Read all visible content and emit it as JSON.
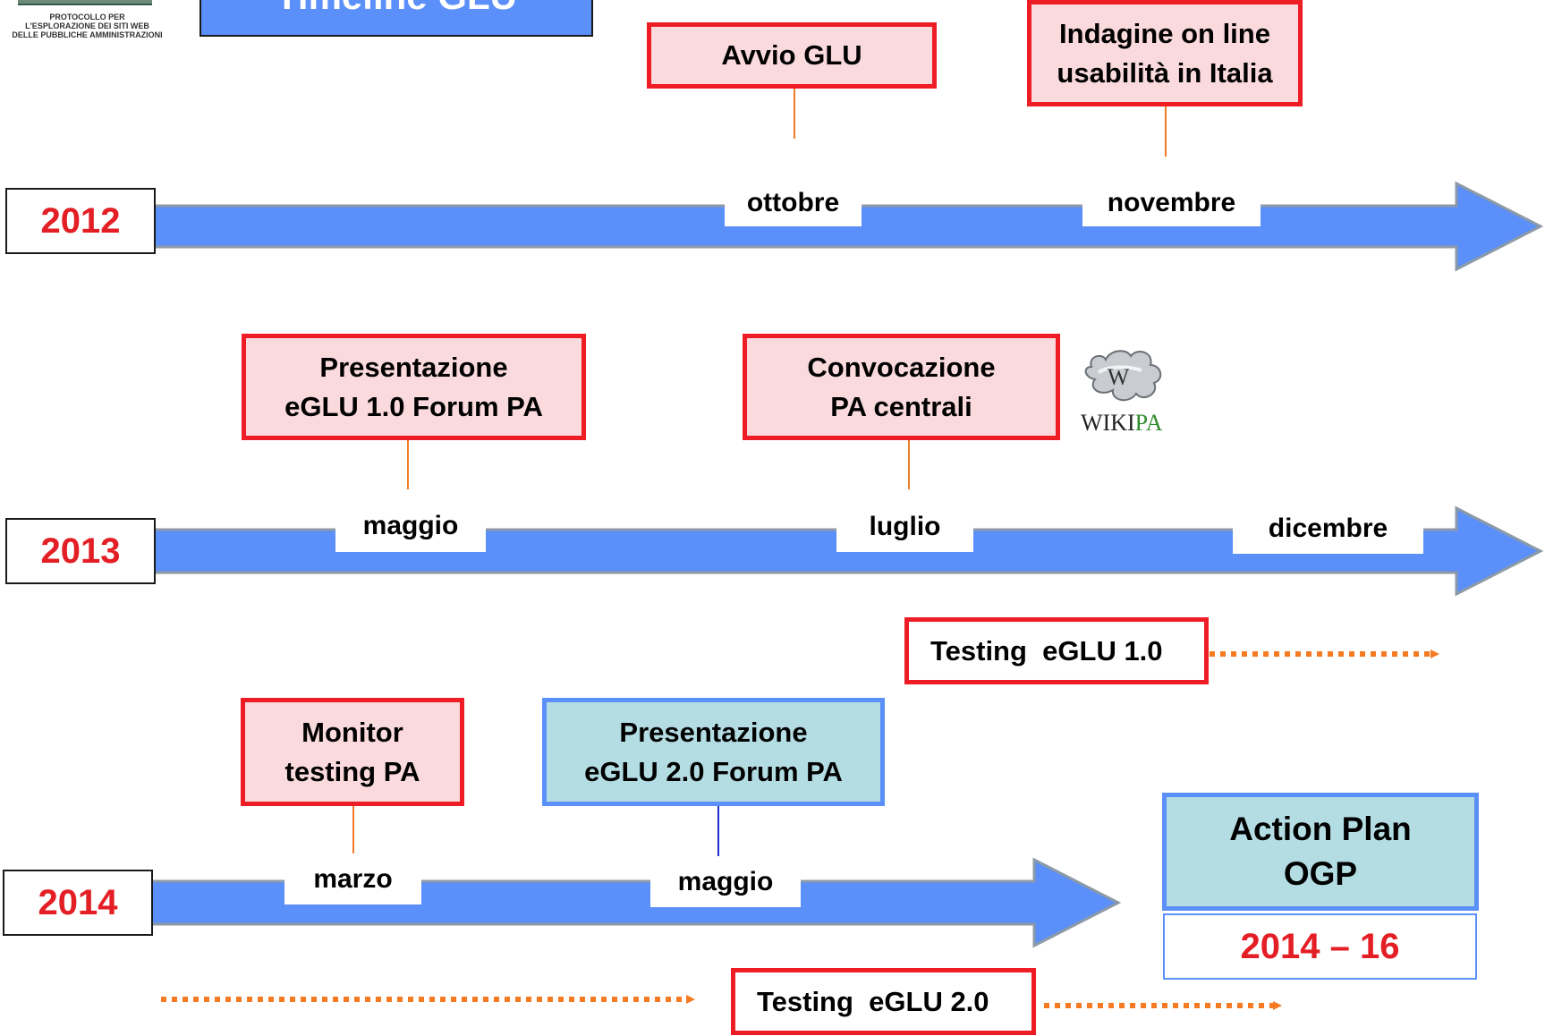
{
  "logo": {
    "lines": [
      "PROTOCOLLO PER",
      "L'ESPLORAZIONE DEI SITI WEB",
      "DELLE PUBBLICHE AMMINISTRAZIONI"
    ]
  },
  "title": "Timeline GLU",
  "years": {
    "y2012": "2012",
    "y2013": "2013",
    "y2014": "2014"
  },
  "months": {
    "ottobre": "ottobre",
    "novembre": "novembre",
    "maggio_2013": "maggio",
    "luglio": "luglio",
    "dicembre": "dicembre",
    "marzo": "marzo",
    "maggio_2014": "maggio"
  },
  "events": {
    "avvio": [
      "Avvio GLU"
    ],
    "indagine": [
      "Indagine on line",
      "usabilità in Italia"
    ],
    "presentazione_1": [
      "Presentazione",
      "eGLU 1.0 Forum PA"
    ],
    "convocazione": [
      "Convocazione",
      "PA centrali"
    ],
    "monitor": [
      "Monitor",
      "testing PA"
    ],
    "presentazione_2": [
      "Presentazione",
      "eGLU 2.0 Forum PA"
    ]
  },
  "testing": {
    "eglu1": "Testing  eGLU 1.0",
    "eglu2": "Testing  eGLU 2.0"
  },
  "action_plan": {
    "lines": [
      "Action Plan",
      "OGP"
    ],
    "period": "2014 – 16"
  },
  "wiki": {
    "label_prefix": "WIKI",
    "label_suffix": "PA",
    "icon": "puzzle-piece-icon"
  },
  "colors": {
    "arrow": "#5b8ff9",
    "event_red": "#ee1c24",
    "event_fill": "#fadadc",
    "event_blue_fill": "#b4dde3",
    "year_text": "#e31e24",
    "connector": "#f07c2b",
    "dotted": "#f57a21"
  }
}
